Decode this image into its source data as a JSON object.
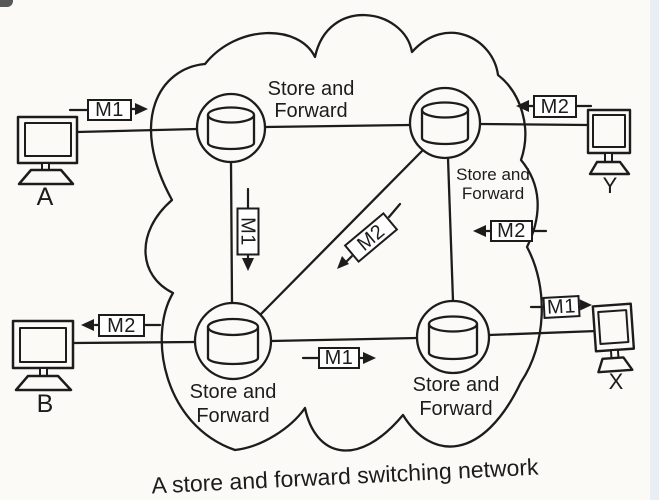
{
  "figure_caption": "A store and forward switching network",
  "colors": {
    "ink": "#1c1c1c",
    "paper": "#fbfaf6"
  },
  "hosts": {
    "a": {
      "label": "A"
    },
    "b": {
      "label": "B"
    },
    "y": {
      "label": "Y"
    },
    "x": {
      "label": "X"
    }
  },
  "nodes": {
    "top_left": {
      "line1": "Store and",
      "line2": "Forward"
    },
    "top_right": {
      "line1": "Store and",
      "line2": "Forward"
    },
    "bottom_left": {
      "line1": "Store and",
      "line2": "Forward"
    },
    "bottom_right": {
      "line1": "Store and",
      "line2": "Forward"
    }
  },
  "messages": {
    "m1_a_to_cloud": {
      "label": "M1",
      "direction": "right"
    },
    "m2_y_to_cloud": {
      "label": "M2",
      "direction": "left"
    },
    "m1_topleft_to_bottomleft": {
      "label": "M1",
      "direction": "down"
    },
    "m2_topright_to_bottomleft": {
      "label": "M2",
      "direction": "down-left"
    },
    "m2_topright_inner": {
      "label": "M2",
      "direction": "left"
    },
    "m2_cloud_to_b": {
      "label": "M2",
      "direction": "left"
    },
    "m1_bottomleft_to_bottomright": {
      "label": "M1",
      "direction": "right"
    },
    "m1_cloud_to_x": {
      "label": "M1",
      "direction": "right"
    }
  }
}
